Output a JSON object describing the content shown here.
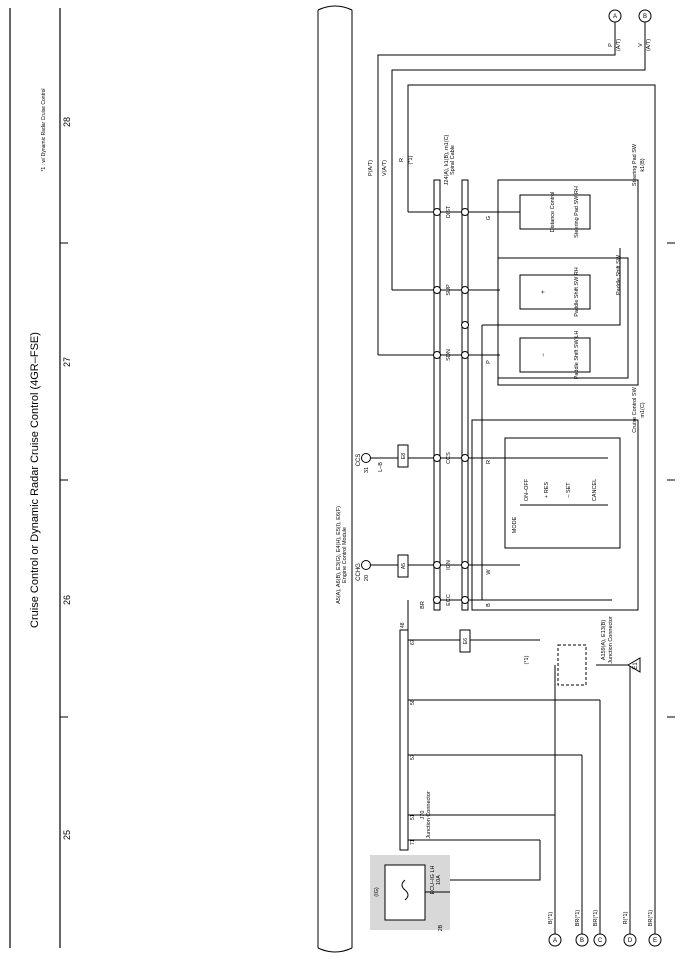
{
  "page": {
    "title": "Cruise Control or Dynamic Radar Cruise Control (4GR–FSE)",
    "footnote": "*1 : w/ Dynamic Radar Cruise Control"
  },
  "grid": {
    "numbers": [
      "28",
      "27",
      "26",
      "25"
    ]
  },
  "connectors_right": {
    "A": {
      "letter": "A",
      "wire": "P",
      "note": "(A/T)"
    },
    "B": {
      "letter": "B",
      "wire": "V",
      "note": "(A/T)"
    }
  },
  "connectors_bottom": [
    {
      "letter": "A",
      "wire": "B(*1)"
    },
    {
      "letter": "B",
      "wire": "BR(*1)"
    },
    {
      "letter": "C",
      "wire": "BR(*1)"
    },
    {
      "letter": "D",
      "wire": "R(*1)"
    },
    {
      "letter": "E",
      "wire": "BR(*1)"
    }
  ],
  "ecm": {
    "id": "A5(A), A6(B), E3(G), E4(H), E5(I), E6(F)",
    "name": "Engine Control Module",
    "pin_ccs": "CCS",
    "pin_ccs_num": "31",
    "pin_cchg": "CCHG",
    "pin_cchg_num": "20"
  },
  "spiral": {
    "id": "J24(A), k1(B), m1(C)",
    "name": "Spiral Cable",
    "pins": [
      "DIST",
      "SUP",
      "SDN",
      "CCS",
      "IGN",
      "ECC"
    ]
  },
  "steering_sw": {
    "id": "k1(B)",
    "name": "Steering Pad SW",
    "rh_label": "Steering Pad SW RH",
    "distance": "Distance Control",
    "paddle_title": "Paddle Shift SW",
    "paddle_rh": "Paddle Shift SW RH",
    "paddle_lh": "Paddle Shift SW LH",
    "plus": "+",
    "minus": "−"
  },
  "cruise_sw": {
    "id": "m1(C)",
    "name": "Cruise Control SW",
    "mode": "MODE",
    "onoff": "ON–OFF",
    "res": "+ RES",
    "set": "– SET",
    "cancel": "CANCEL"
  },
  "junction_connector": {
    "id": "A159(A), E13(B)",
    "name": "Junction Connector",
    "ground": "E1"
  },
  "j70": {
    "id": "J70",
    "name": "Junction Connector",
    "pins": [
      "48",
      "67",
      "58",
      "57",
      "51",
      "71"
    ]
  },
  "ecuig": {
    "label": "ECU–IG LH",
    "amp": "10A",
    "ig": "(IG)",
    "conn": "2B"
  },
  "wires": {
    "pat": "P(A/T)",
    "vat": "V(A/T)",
    "r1": "R",
    "star1": "(*1)",
    "lb": "L–B",
    "w": "W",
    "b": "B",
    "br": "BR",
    "g": "G",
    "p": "P",
    "r": "R",
    "star": "(*1)"
  },
  "callouts": [
    "E8",
    "A5",
    "E6"
  ]
}
